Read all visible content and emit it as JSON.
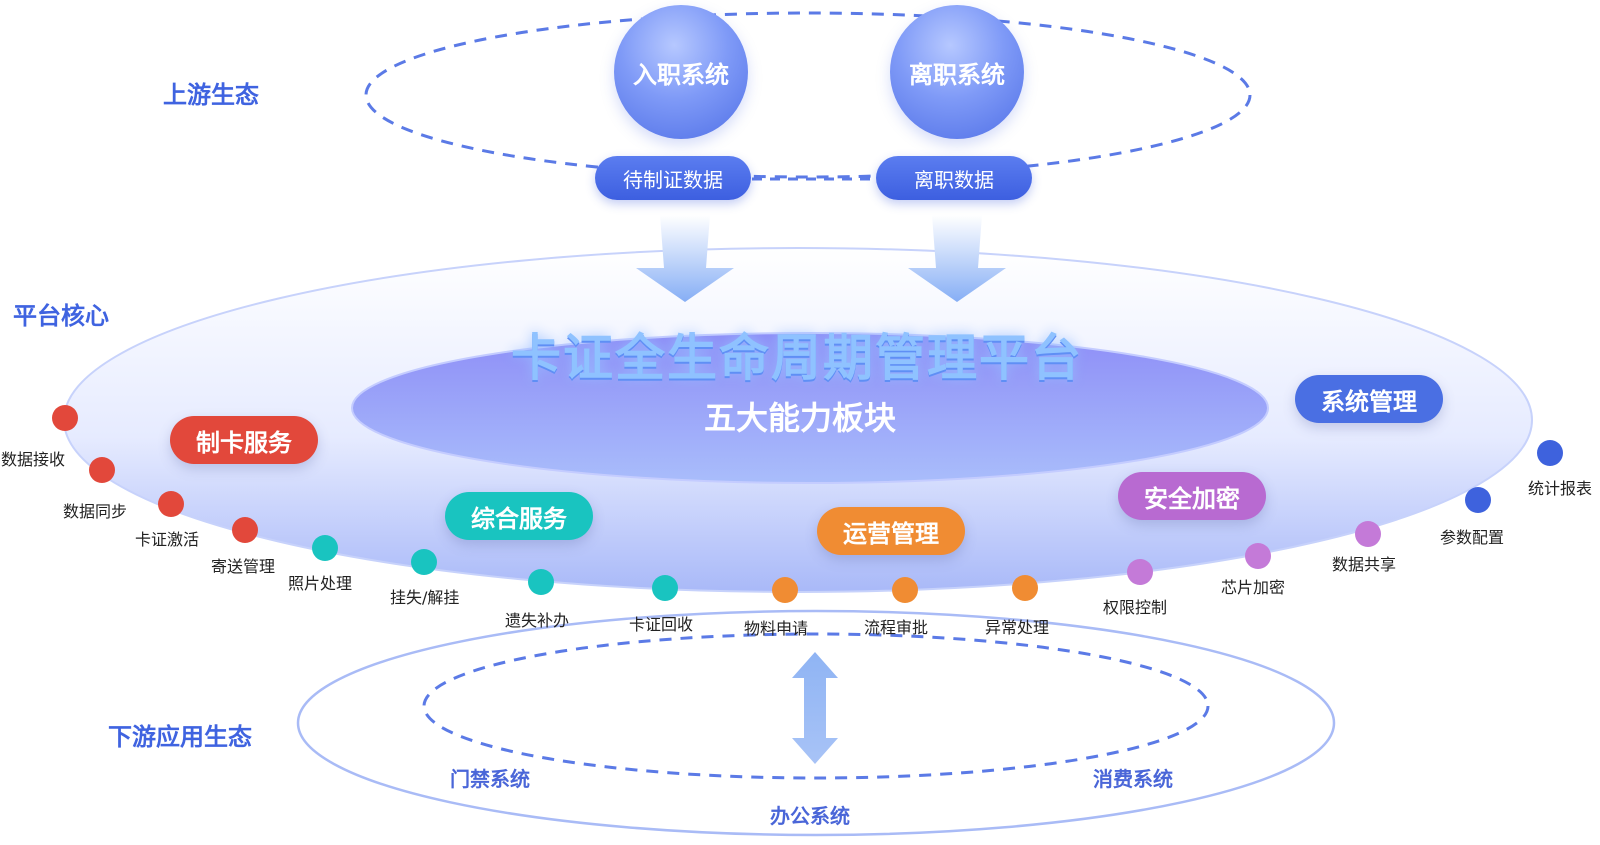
{
  "layers": {
    "upstream": "上游生态",
    "core": "平台核心",
    "downstream": "下游应用生态"
  },
  "upstream": {
    "systems": [
      "入职系统",
      "离职系统"
    ],
    "data": [
      "待制证数据",
      "离职数据"
    ]
  },
  "platform": {
    "title": "卡证全生命周期管理平台",
    "subtitle": "五大能力板块"
  },
  "capabilities": [
    {
      "label": "制卡服务",
      "color": "#e2483b"
    },
    {
      "label": "综合服务",
      "color": "#19c4c0"
    },
    {
      "label": "运营管理",
      "color": "#f08c33"
    },
    {
      "label": "安全加密",
      "color": "#b86ad1"
    },
    {
      "label": "系统管理",
      "color": "#4a6fe3"
    }
  ],
  "features": [
    {
      "label": "数据接收",
      "color": "#e2483b"
    },
    {
      "label": "数据同步",
      "color": "#e2483b"
    },
    {
      "label": "卡证激活",
      "color": "#e2483b"
    },
    {
      "label": "寄送管理",
      "color": "#e2483b"
    },
    {
      "label": "照片处理",
      "color": "#19c4c0"
    },
    {
      "label": "挂失/解挂",
      "color": "#19c4c0"
    },
    {
      "label": "遗失补办",
      "color": "#19c4c0"
    },
    {
      "label": "卡证回收",
      "color": "#19c4c0"
    },
    {
      "label": "物料申请",
      "color": "#f08c33"
    },
    {
      "label": "流程审批",
      "color": "#f08c33"
    },
    {
      "label": "异常处理",
      "color": "#f08c33"
    },
    {
      "label": "权限控制",
      "color": "#c47ad8"
    },
    {
      "label": "芯片加密",
      "color": "#c47ad8"
    },
    {
      "label": "数据共享",
      "color": "#c47ad8"
    },
    {
      "label": "参数配置",
      "color": "#3e62dd"
    },
    {
      "label": "统计报表",
      "color": "#3e62dd"
    }
  ],
  "downstream": {
    "systems": [
      "门禁系统",
      "办公系统",
      "消费系统"
    ]
  }
}
